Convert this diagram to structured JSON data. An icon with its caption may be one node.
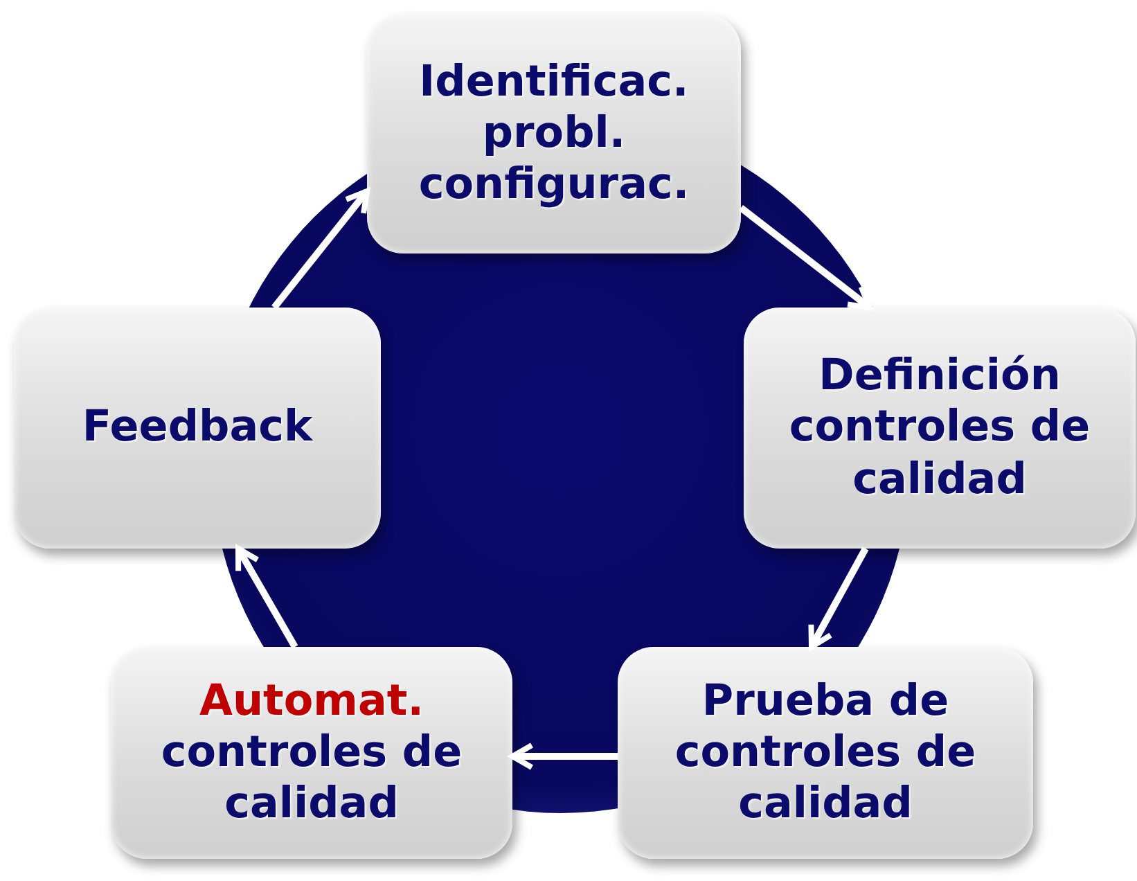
{
  "diagram": {
    "nodes": [
      {
        "text": [
          "Identificac. probl. configurac."
        ]
      },
      {
        "text": [
          "Definición controles de calidad"
        ]
      },
      {
        "text": [
          "Prueba de controles de calidad"
        ]
      },
      {
        "text": [
          "Automat.",
          "controles de calidad"
        ]
      },
      {
        "text": [
          "Feedback"
        ]
      }
    ],
    "edges": [
      {
        "from": 0,
        "to": 1,
        "arrow": "to"
      },
      {
        "from": 1,
        "to": 2,
        "arrow": "to"
      },
      {
        "from": 2,
        "to": 3,
        "arrow": "to"
      },
      {
        "from": 3,
        "to": 4,
        "arrow": "to"
      },
      {
        "from": 4,
        "to": 0,
        "arrow": "to"
      }
    ]
  }
}
